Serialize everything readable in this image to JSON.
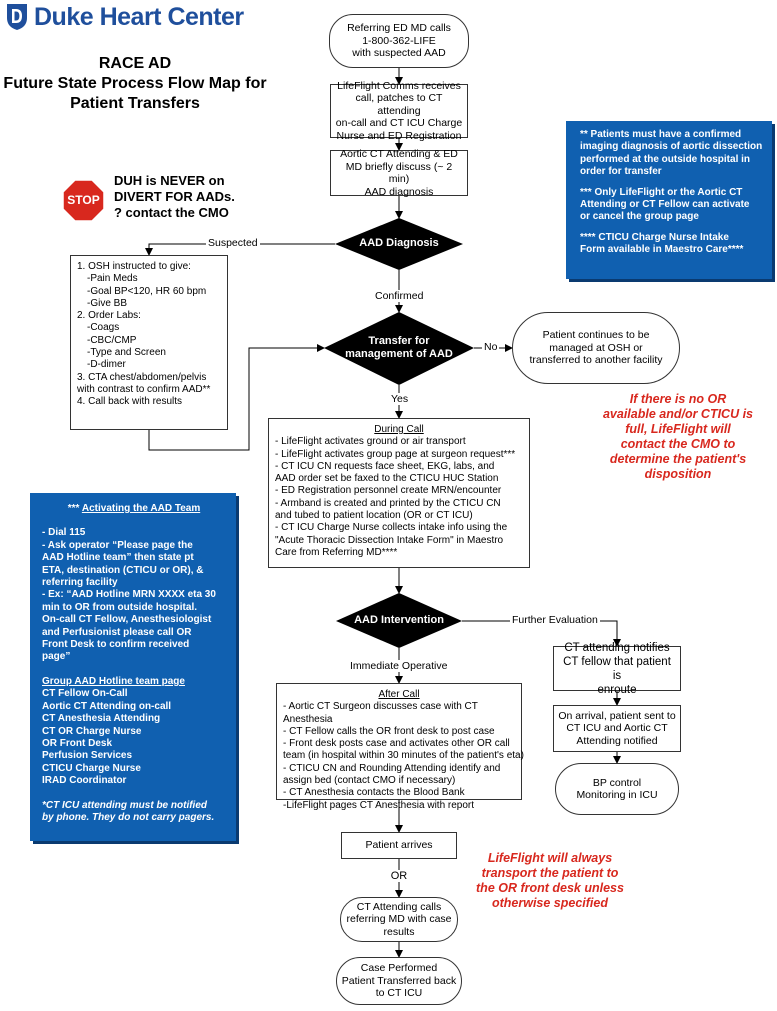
{
  "header": {
    "brand": "Duke Heart Center",
    "title_line1": "RACE AD",
    "title_line2": "Future State Process Flow Map for",
    "title_line3": "Patient Transfers"
  },
  "stop": {
    "sign_text": "STOP",
    "warn_line1": "DUH is NEVER on",
    "warn_line2": "DIVERT FOR AADs.",
    "warn_line3": "? contact the CMO"
  },
  "nodes": {
    "start": [
      "Referring ED MD calls",
      "1-800-362-LIFE",
      "with suspected AAD"
    ],
    "lifeflight": [
      "LifeFlight Comms receives",
      "call, patches to CT attending",
      "on-call and CT ICU Charge",
      "Nurse and ED Registration"
    ],
    "discuss": [
      "Aortic CT Attending & ED",
      "MD briefly discuss (~ 2 min)",
      "AAD diagnosis"
    ],
    "diagnosis": "AAD Diagnosis",
    "transfer": [
      "Transfer for",
      "management of AAD"
    ],
    "continues": [
      "Patient continues to be",
      "managed at OSH or",
      "transferred to another facility"
    ],
    "osh_list": [
      {
        "t": "1. OSH instructed to give:",
        "i": 0
      },
      {
        "t": "-Pain Meds",
        "i": 1
      },
      {
        "t": "-Goal BP<120, HR 60 bpm",
        "i": 1
      },
      {
        "t": "-Give BB",
        "i": 1
      },
      {
        "t": "2. Order Labs:",
        "i": 0
      },
      {
        "t": "-Coags",
        "i": 1
      },
      {
        "t": "-CBC/CMP",
        "i": 1
      },
      {
        "t": "-Type and Screen",
        "i": 1
      },
      {
        "t": "-D-dimer",
        "i": 1
      },
      {
        "t": "3. CTA chest/abdomen/pelvis",
        "i": 0
      },
      {
        "t": "with contrast to confirm AAD**",
        "i": 0
      },
      {
        "t": "4. Call back with results",
        "i": 0
      }
    ],
    "during_call_title": "During Call",
    "during_call": [
      "- LifeFlight activates ground or air transport",
      "- LifeFlight activates group page at surgeon request***",
      "- CT ICU CN requests face sheet, EKG, labs, and",
      "AAD order set be faxed to the CTICU HUC Station",
      "- ED  Registration personnel create MRN/encounter",
      "- Armband is created and printed by the CTICU CN",
      "and tubed to patient location (OR or CT ICU)",
      "- CT ICU Charge Nurse collects intake info using the",
      "\"Acute Thoracic Dissection Intake Form\" in Maestro",
      "Care from Referring MD****"
    ],
    "intervention": "AAD Intervention",
    "after_call_title": "After Call",
    "after_call": [
      "- Aortic CT Surgeon discusses case with CT",
      "Anesthesia",
      "- CT Fellow calls the OR front desk to post case",
      "- Front desk posts case and activates other OR call",
      "team (in hospital within 30 minutes of the patient's eta)",
      "- CTICU CN and Rounding Attending identify and",
      "assign bed (contact CMO if necessary)",
      "- CT Anesthesia contacts the Blood Bank",
      "-LifeFlight pages CT Anesthesia with report"
    ],
    "ct_notifies": [
      "CT attending notifies",
      "CT fellow that patient is",
      "enroute"
    ],
    "on_arrival": [
      "On arrival, patient sent to",
      "CT ICU and Aortic CT",
      "Attending notified"
    ],
    "bp_control": [
      "BP control",
      "Monitoring in ICU"
    ],
    "patient_arrives": "Patient arrives",
    "or_text": "OR",
    "ct_calls": [
      "CT Attending calls",
      "referring MD with case",
      "results"
    ],
    "case_performed": [
      "Case Performed",
      "Patient Transferred back",
      "to CT ICU"
    ]
  },
  "edge_labels": {
    "suspected": "Suspected",
    "confirmed": "Confirmed",
    "no": "No",
    "yes": "Yes",
    "further": "Further Evaluation",
    "immediate": "Immediate Operative"
  },
  "notes_right": [
    "** Patients must have a confirmed",
    "imaging diagnosis of aortic dissection",
    "performed at the outside hospital in",
    "order for transfer",
    "",
    "*** Only LifeFlight or the Aortic CT",
    "Attending or CT Fellow can activate",
    "or cancel the group page",
    "",
    "**** CTICU Charge Nurse Intake",
    "Form available in Maestro Care****"
  ],
  "notes_left": {
    "heading_prefix": "*** ",
    "heading": "Activating the AAD Team",
    "lines": [
      "- Dial 115",
      "- Ask operator “Please page the",
      "AAD Hotline team” then state pt",
      "ETA, destination (CTICU or OR), &",
      "referring facility",
      "- Ex: “AAD Hotline MRN XXXX eta 30",
      "min to OR from outside hospital.",
      "On-call CT Fellow, Anesthesiologist",
      "and Perfusionist please call OR",
      "Front Desk to confirm received",
      "page”"
    ],
    "group_heading": "Group AAD Hotline team page",
    "group": [
      "CT Fellow On-Call",
      "Aortic CT Attending on-call",
      "CT Anesthesia Attending",
      "CT OR Charge Nurse",
      "OR Front Desk",
      "Perfusion Services",
      "CTICU Charge Nurse",
      "IRAD Coordinator"
    ],
    "footnote": [
      "*CT ICU attending must be notified",
      "by phone. They do not carry pagers."
    ]
  },
  "red_notes": {
    "no_or": [
      "If there is no OR",
      "available and/or CTICU is",
      "full, LifeFlight will",
      "contact the CMO to",
      "determine the patient's",
      "disposition"
    ],
    "always": [
      "LifeFlight will always",
      "transport the patient to",
      "the OR front desk unless",
      "otherwise specified"
    ]
  },
  "colors": {
    "brand_blue": "#1f4f9c",
    "note_blue": "#1060b0",
    "stop_red": "#d8281e",
    "red_text": "#d8281e",
    "diamond": "#000000"
  }
}
